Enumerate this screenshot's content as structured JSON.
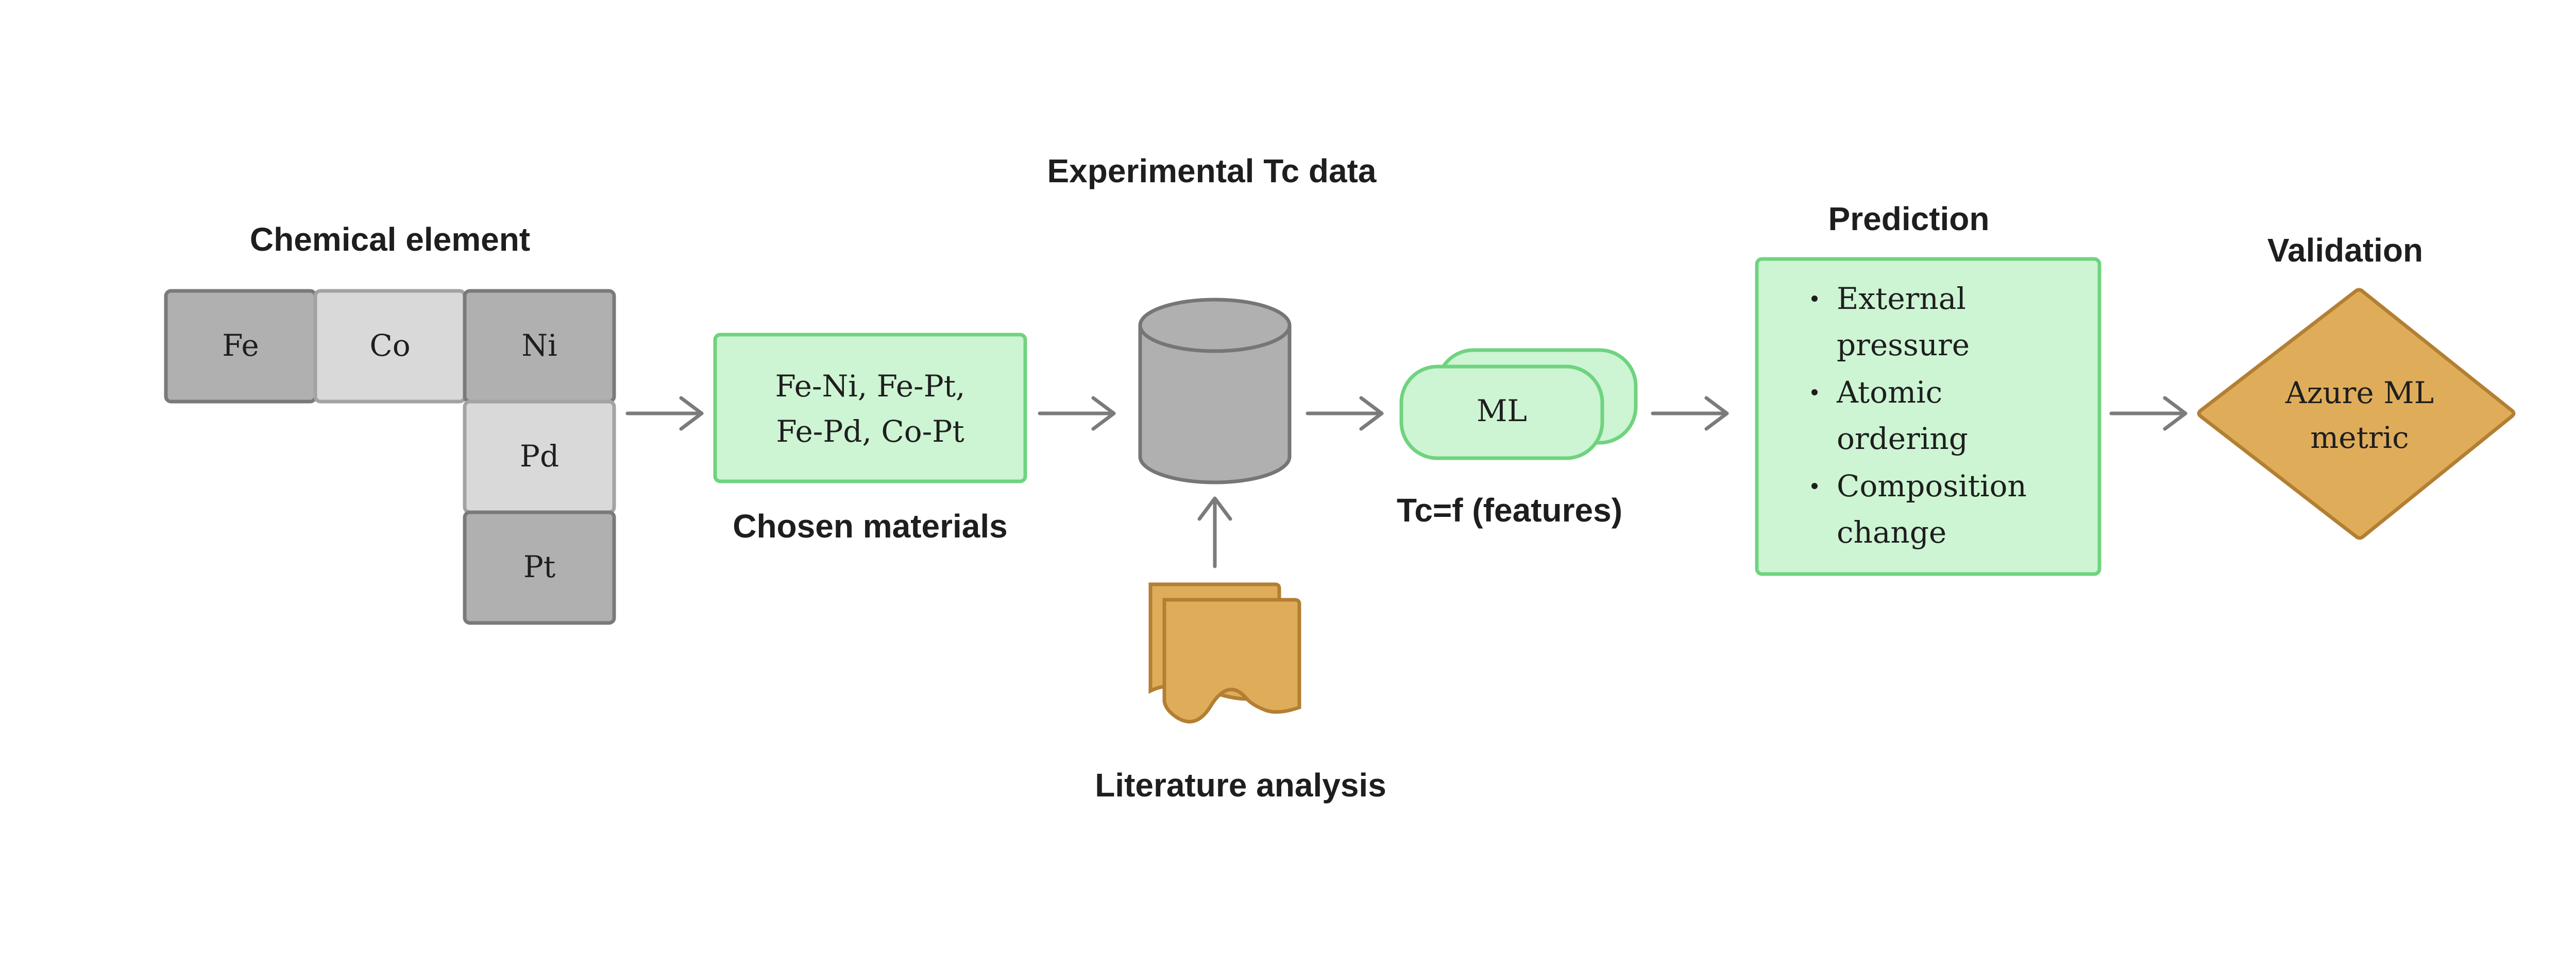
{
  "titles": {
    "chemical_element": "Chemical element",
    "experimental_data": "Experimental Tc data",
    "prediction": "Prediction",
    "validation": "Validation",
    "chosen_materials": "Chosen materials",
    "model_formula": "Tc=f (features)",
    "literature": "Literature analysis"
  },
  "elements": {
    "fe": "Fe",
    "co": "Co",
    "ni": "Ni",
    "pd": "Pd",
    "pt": "Pt"
  },
  "materials": {
    "line1": "Fe-Ni, Fe-Pt,",
    "line2": "Fe-Pd, Co-Pt"
  },
  "model": {
    "label": "ML"
  },
  "prediction_items": [
    {
      "line1": "External",
      "line2": "pressure"
    },
    {
      "line1": "Atomic",
      "line2": "ordering"
    },
    {
      "line1": "Composition",
      "line2": "change"
    }
  ],
  "validation": {
    "line1": "Azure ML",
    "line2": "metric"
  },
  "colors": {
    "green_fill": "#cdf4d3",
    "green_stroke": "#6fd37f",
    "gold_fill": "#dfad5a",
    "gray_dark": "#b0b0b0",
    "gray_light": "#d9d9d9"
  }
}
